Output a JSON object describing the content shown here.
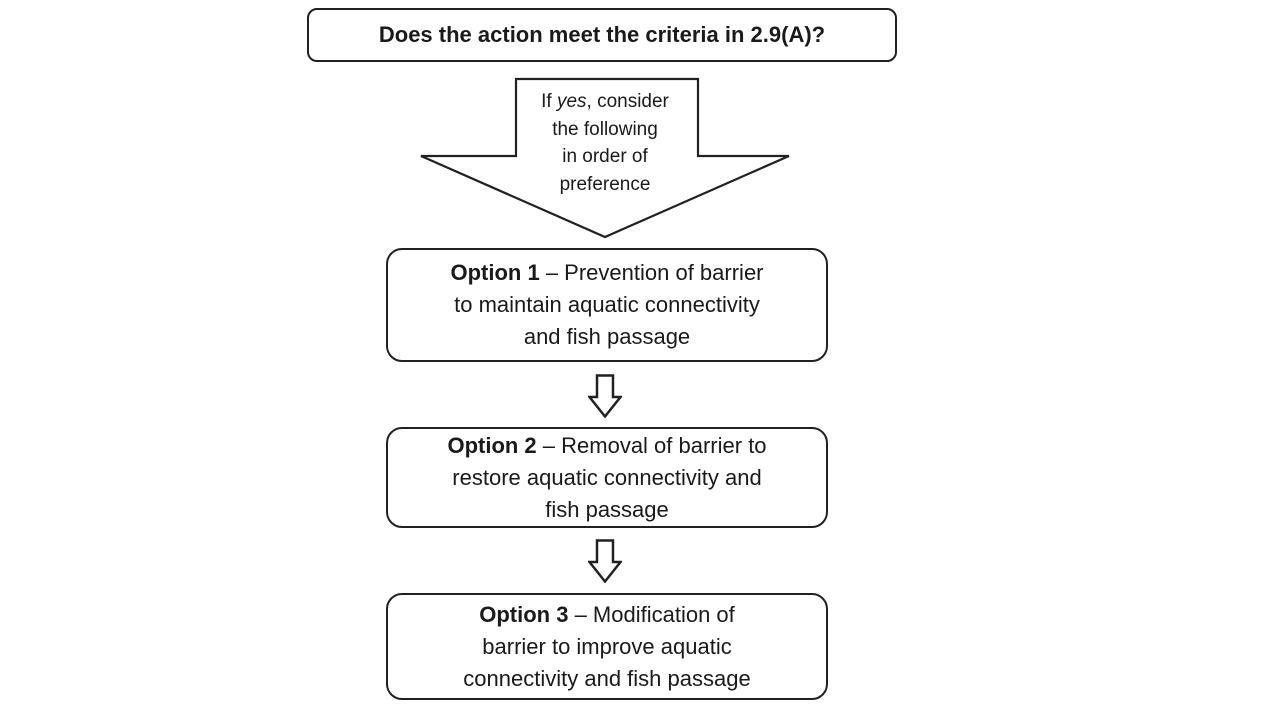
{
  "question": {
    "text": "Does the action meet the criteria in 2.9(A)?"
  },
  "arrow": {
    "line1_prefix": "If ",
    "line1_italic": "yes",
    "line1_suffix": ", consider",
    "line2": "the following",
    "line3": "in order of",
    "line4": "preference"
  },
  "options": [
    {
      "title": "Option 1",
      "line1_rest": " – Prevention of barrier",
      "line2": "to maintain aquatic connectivity",
      "line3": "and fish passage"
    },
    {
      "title": "Option 2",
      "line1_rest": " – Removal of barrier to",
      "line2": "restore aquatic connectivity and",
      "line3": "fish passage"
    },
    {
      "title": "Option 3",
      "line1_rest": " – Modification of",
      "line2": "barrier to improve aquatic",
      "line3": "connectivity and fish passage"
    }
  ],
  "colors": {
    "stroke": "#212121",
    "text": "#1a1a1a",
    "background": "#ffffff"
  }
}
